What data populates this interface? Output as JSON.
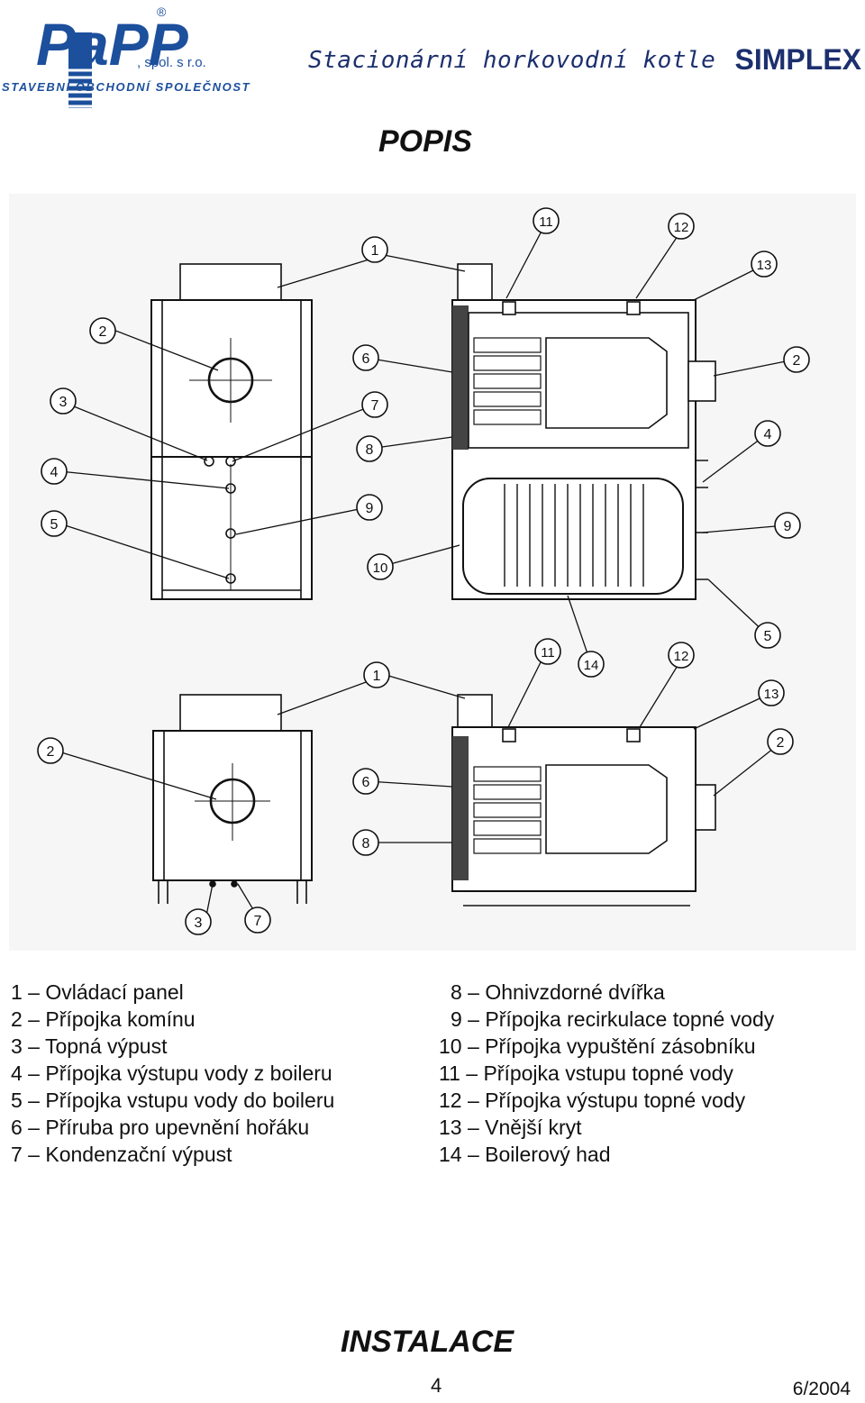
{
  "header": {
    "logo_main": "PaPP",
    "logo_reg": "®",
    "logo_company": ", spol. s r.o.",
    "logo_tagline": "STAVEBNÍ OBCHODNÍ SPOLEČNOST",
    "subtitle": "Stacionární horkovodní kotle",
    "product": "SIMPLEX"
  },
  "section_popis": "POPIS",
  "section_instalace": "INSTALACE",
  "callouts": [
    "1",
    "2",
    "3",
    "4",
    "5",
    "6",
    "7",
    "8",
    "9",
    "10",
    "11",
    "12",
    "13",
    "14"
  ],
  "legend_left": [
    "1 – Ovládací panel",
    "2 – Přípojka komínu",
    "3 – Topná výpust",
    "4 – Přípojka výstupu vody z boileru",
    "5 – Přípojka vstupu vody do boileru",
    "6 – Příruba pro upevnění hořáku",
    "7 – Kondenzační výpust"
  ],
  "legend_right": [
    "8 – Ohnivzdorné dvířka",
    "9 – Přípojka recirkulace topné vody",
    "10 – Přípojka vypuštění zásobníku",
    "11 – Přípojka vstupu topné vody",
    "12 – Přípojka výstupu topné vody",
    "13 – Vnější kryt",
    "14 – Boilerový had"
  ],
  "footer": {
    "page": "4",
    "date": "6/2004"
  },
  "colors": {
    "brand_blue": "#1c4f9c",
    "header_blue": "#1c2f6e",
    "drawing": "#111111"
  }
}
